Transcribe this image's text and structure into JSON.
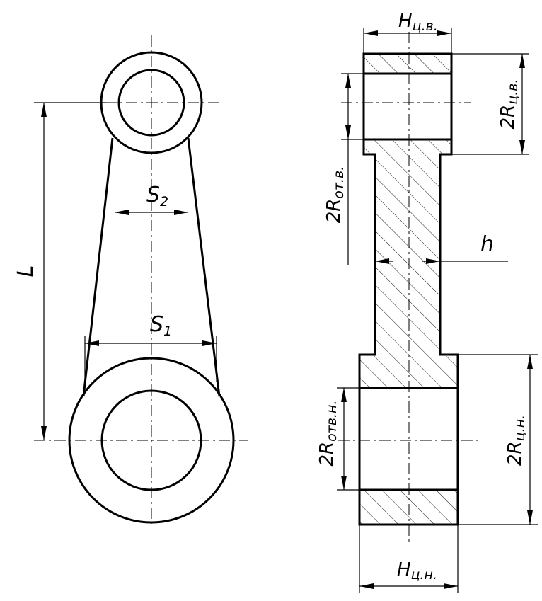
{
  "labels": {
    "L": "L",
    "S1_main": "S",
    "S1_sub": "1",
    "S2_main": "S",
    "S2_sub": "2",
    "H_top_main": "H",
    "H_top_sub": "ц.в.",
    "R_top_main": "2R",
    "R_top_sub": "ц.в.",
    "R_hole_top_main": "2R",
    "R_hole_top_sub": "от.в.",
    "h": "h",
    "R_hole_bot_main": "2R",
    "R_hole_bot_sub": "отв.н.",
    "R_bot_main": "2R",
    "R_bot_sub": "ц.н.",
    "H_bot_main": "H",
    "H_bot_sub": "ц.н."
  }
}
